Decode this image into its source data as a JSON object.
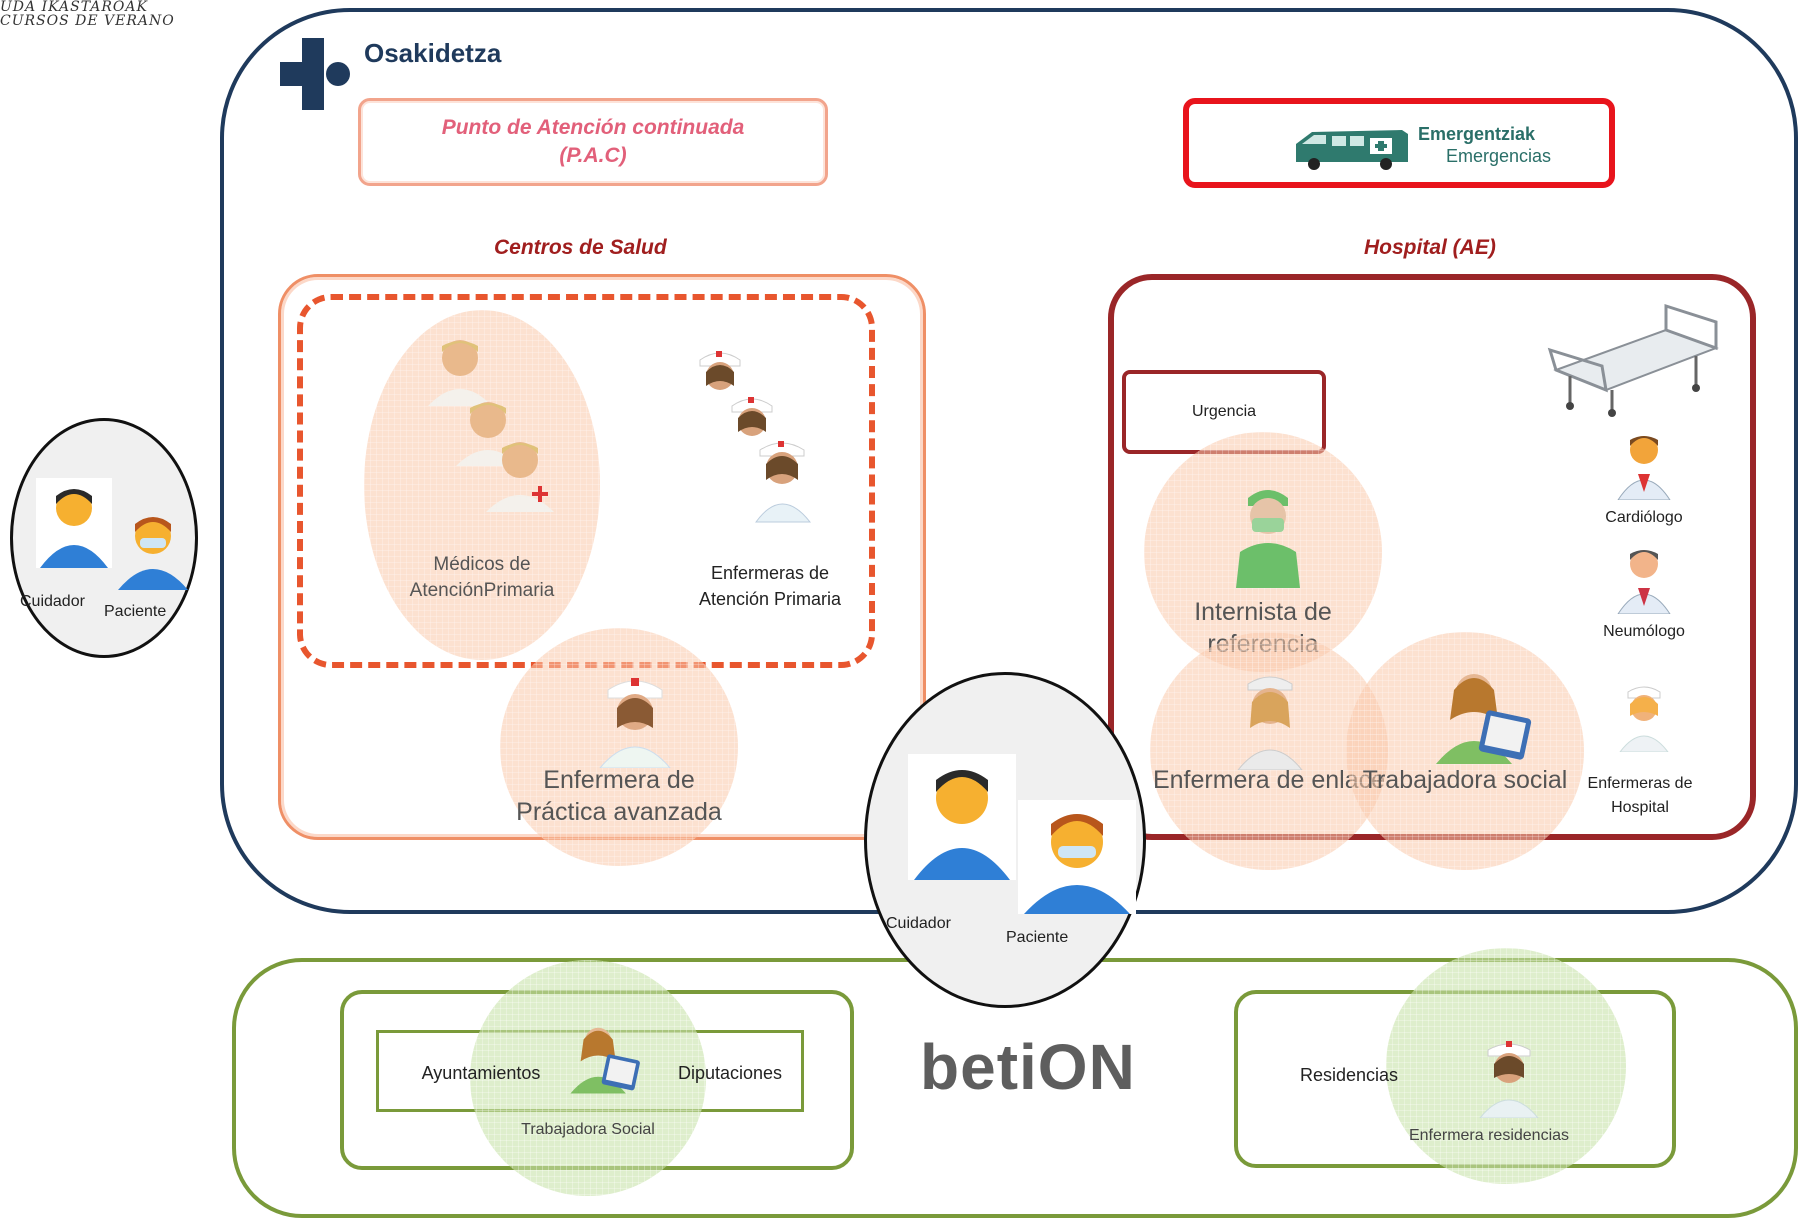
{
  "header": {
    "logo_line1": "UDA IKASTAROAK",
    "logo_line2": "CURSOS DE VERANO"
  },
  "osakidetza": {
    "name": "Osakidetza"
  },
  "pac": {
    "line1": "Punto de Atención continuada",
    "line2": "(P.A.C)"
  },
  "emergencias": {
    "line1": "Emergentziak",
    "line2": "Emergencias"
  },
  "centros": {
    "title": "Centros de Salud",
    "medicos": "Médicos de AtenciónPrimaria",
    "enfermeras_ap": "Enfermeras de Atención Primaria",
    "enfermera_pa": "Enfermera de Práctica avanzada"
  },
  "hospital": {
    "title": "Hospital (AE)",
    "urgencia": "Urgencia",
    "internista": "Internista de referencia",
    "enfermera_enlace": "Enfermera de enlace",
    "trabajadora_social": "Trabajadora social",
    "cardiologo": "Cardiólogo",
    "neumologo": "Neumólogo",
    "enfermeras_hospital": "Enfermeras de Hospital"
  },
  "left_oval": {
    "cuidador": "Cuidador",
    "paciente": "Paciente"
  },
  "center_oval": {
    "cuidador": "Cuidador",
    "paciente": "Paciente"
  },
  "social": {
    "ayuntamientos": "Ayuntamientos",
    "diputaciones": "Diputaciones",
    "trabajadora_social": "Trabajadora Social",
    "residencias": "Residencias",
    "enfermera_residencias": "Enfermera residencias"
  },
  "betion": {
    "text": "betiON"
  },
  "colors": {
    "blue_frame": "#1f3a5c",
    "green_frame": "#7a9a3a",
    "hospital_red": "#9a2628",
    "emergency_red": "#e8141c",
    "centros_orange": "#e8562e"
  },
  "icons": [
    "osakidetza-logo-icon",
    "ambulance-icon",
    "hospital-bed-icon",
    "doctor-icon",
    "nurse-icon",
    "person-icon",
    "social-worker-icon"
  ]
}
